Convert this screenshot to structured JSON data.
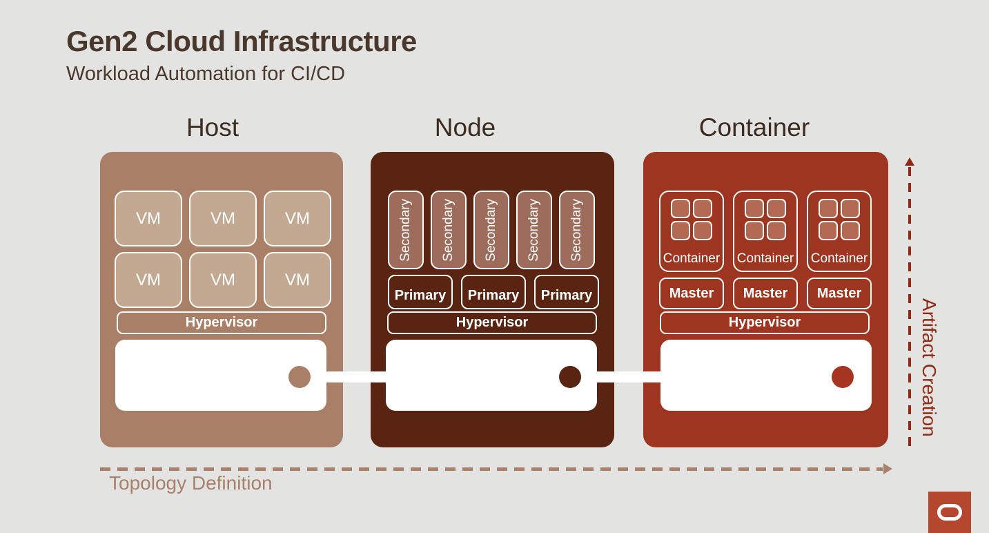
{
  "slide": {
    "title": "Gen2 Cloud Infrastructure",
    "subtitle": "Workload Automation for CI/CD"
  },
  "columns": [
    {
      "heading": "Host",
      "vm_labels": [
        "VM",
        "VM",
        "VM",
        "VM",
        "VM",
        "VM"
      ],
      "hypervisor_label": "Hypervisor"
    },
    {
      "heading": "Node",
      "secondary_labels": [
        "Secondary",
        "Secondary",
        "Secondary",
        "Secondary",
        "Secondary"
      ],
      "primary_labels": [
        "Primary",
        "Primary",
        "Primary"
      ],
      "hypervisor_label": "Hypervisor"
    },
    {
      "heading": "Container",
      "container_labels": [
        "Container",
        "Container",
        "Container"
      ],
      "master_labels": [
        "Master",
        "Master",
        "Master"
      ],
      "hypervisor_label": "Hypervisor"
    }
  ],
  "annotations": {
    "topology_label": "Topology Definition",
    "artifact_label": "Artifact Creation"
  },
  "icons": {
    "logo": "oracle-o-icon",
    "container_tiles": "container-grid-icon"
  },
  "colors": {
    "background": "#e3e4e2",
    "title_text": "#4b382c",
    "heading_text": "#3c2b21",
    "host_block": "#a98067",
    "host_vm_fill": "#c3a992",
    "node_block": "#5a2413",
    "node_secondary_fill": "#9d6c5a",
    "container_block": "#9d3520",
    "container_tile_fill": "#b46a52",
    "container_dot": "#a53521",
    "artifact_line": "#8e2a17",
    "topology_line": "#a9806a",
    "logo_red": "#b5472e",
    "white": "#ffffff"
  }
}
